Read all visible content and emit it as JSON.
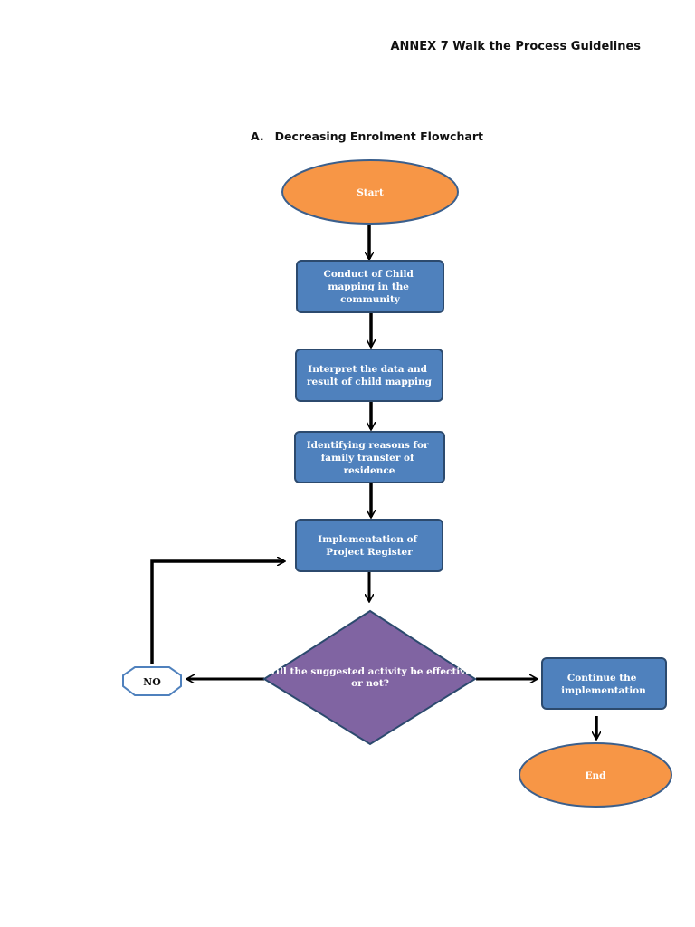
{
  "header": {
    "text": "ANNEX 7 Walk the Process Guidelines"
  },
  "title": {
    "marker": "A.",
    "text": "Decreasing Enrolment Flowchart"
  },
  "colors": {
    "terminal_fill": "#f79646",
    "terminal_stroke": "#3b5f8c",
    "process_fill": "#4f81bd",
    "process_stroke": "#2c4a6e",
    "decision_fill": "#8064a2",
    "decision_stroke": "#2c4a6e",
    "no_stroke": "#4f81bd",
    "arrow": "#000000"
  },
  "nodes": {
    "start": {
      "lines": [
        "Start"
      ]
    },
    "step1": {
      "lines": [
        "Conduct of Child",
        "mapping in the",
        "community"
      ]
    },
    "step2": {
      "lines": [
        "Interpret the data and",
        "result of child mapping"
      ]
    },
    "step3": {
      "lines": [
        "Identifying reasons for",
        "family transfer of",
        "residence"
      ]
    },
    "step4": {
      "lines": [
        "Implementation of",
        "Project Register"
      ]
    },
    "decision": {
      "lines": [
        "Will the suggested activity be effective",
        "or not?"
      ]
    },
    "no": {
      "lines": [
        "NO"
      ]
    },
    "continue": {
      "lines": [
        "Continue the",
        "implementation"
      ]
    },
    "end": {
      "lines": [
        "End"
      ]
    }
  }
}
